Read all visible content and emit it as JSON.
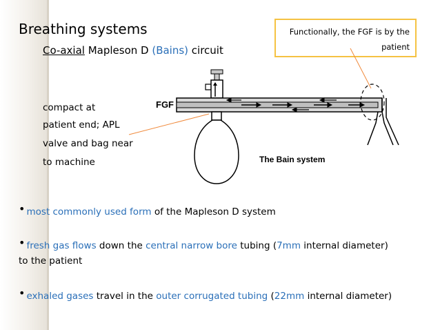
{
  "title": "Breathing systems",
  "subtitle": {
    "underlined": "Co-axial",
    "mid": " Mapleson D ",
    "blue": "(Bains)",
    "end": " circuit"
  },
  "callout": {
    "line1": "Functionally, the FGF is by the",
    "line2": "patient"
  },
  "side_note": [
    "compact at",
    "patient end; APL",
    "valve and bag near",
    "to machine"
  ],
  "diagram": {
    "fgf_label": "FGF",
    "caption": "The Bain system"
  },
  "bullets": [
    [
      "most commonly used form",
      " of the Mapleson D system"
    ],
    [
      "fresh gas flows",
      " down the ",
      "central narrow bore",
      " tubing (",
      "7mm",
      " internal diameter)"
    ],
    [
      "exhaled gases",
      " travel in the ",
      "outer corrugated tubing",
      " (",
      "22mm",
      " internal diameter)"
    ]
  ],
  "bullets_2_continued": "to the patient",
  "colors": {
    "accent_blue": "#2a6fb8",
    "callout_border": "#f5c242",
    "connector": "#f08a3c"
  }
}
